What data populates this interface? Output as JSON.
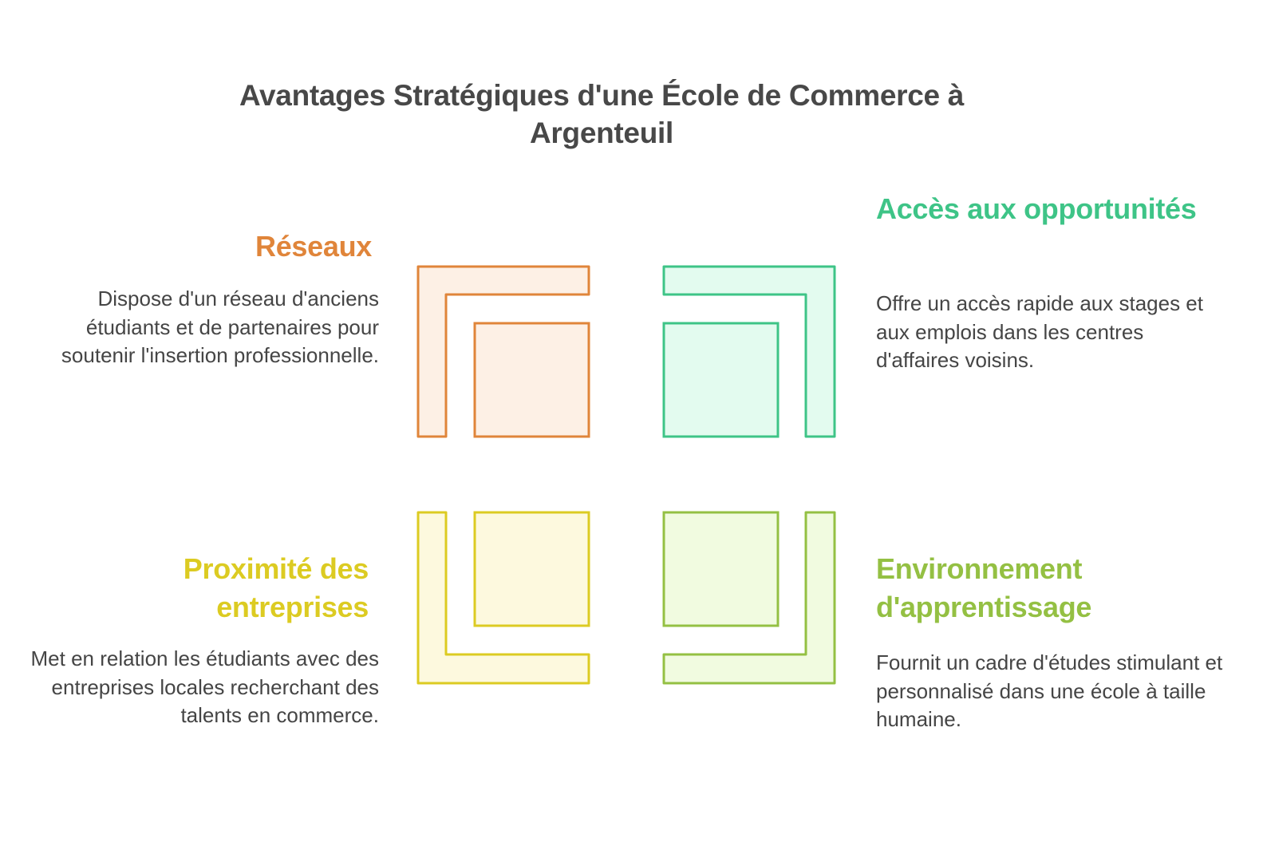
{
  "title": "Avantages Stratégiques d'une École de Commerce à Argenteuil",
  "quadrants": [
    {
      "id": "reseaux",
      "heading": "Réseaux",
      "description": "Dispose d'un réseau d'anciens étudiants et de partenaires pour soutenir l'insertion professionnelle.",
      "stroke_color": "#e0853a",
      "fill_color": "#fdf0e5"
    },
    {
      "id": "acces",
      "heading": "Accès aux opportunités",
      "description": "Offre un accès rapide aux stages et aux emplois dans les centres d'affaires voisins.",
      "stroke_color": "#3ec487",
      "fill_color": "#e3fbef"
    },
    {
      "id": "proximite",
      "heading": "Proximité des entreprises",
      "description": "Met en relation les étudiants avec des entreprises locales recherchant des talents en commerce.",
      "stroke_color": "#dccb22",
      "fill_color": "#fdf9de"
    },
    {
      "id": "environnement",
      "heading": "Environnement d'apprentissage",
      "description": "Fournit un cadre d'études stimulant et personnalisé dans une école à taille humaine.",
      "stroke_color": "#94c043",
      "fill_color": "#f1fbe0"
    }
  ]
}
